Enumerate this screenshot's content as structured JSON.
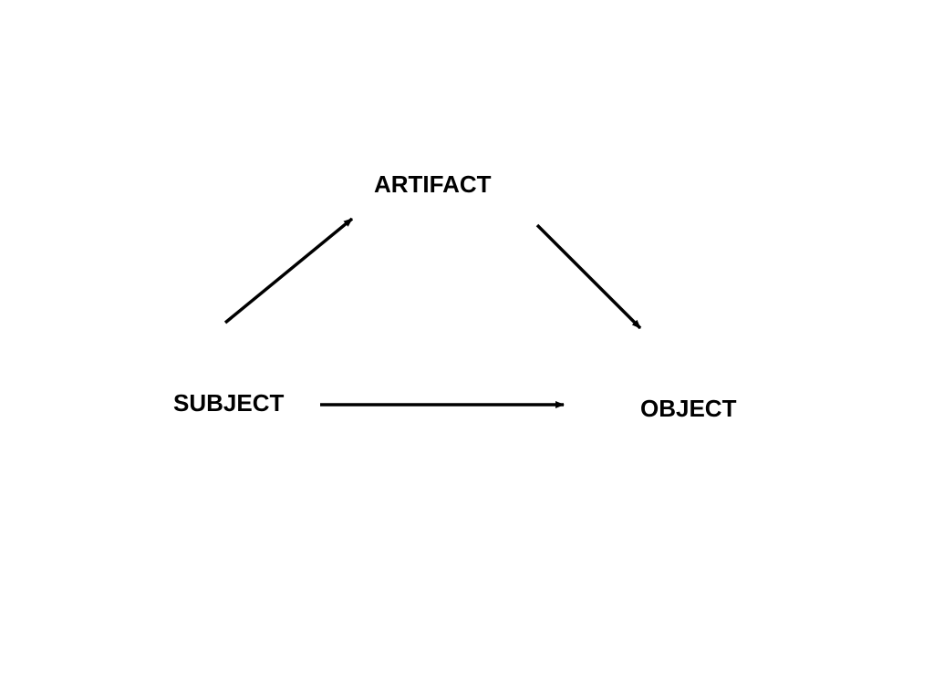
{
  "diagram": {
    "nodes": {
      "artifact": "ARTIFACT",
      "subject": "SUBJECT",
      "object": "OBJECT"
    },
    "edges": [
      {
        "from": "SUBJECT",
        "to": "ARTIFACT"
      },
      {
        "from": "ARTIFACT",
        "to": "OBJECT"
      },
      {
        "from": "SUBJECT",
        "to": "OBJECT"
      }
    ],
    "line_color": "#000000",
    "background_color": "#ffffff"
  }
}
